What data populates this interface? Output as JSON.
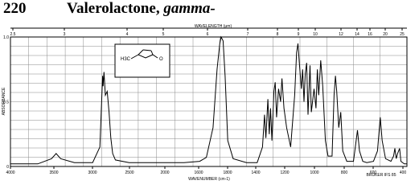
{
  "header": {
    "page_number": "220",
    "compound_name": "Valerolactone,",
    "compound_suffix": "gamma-"
  },
  "structure": {
    "formula_label": "H3C",
    "atom_label": "O"
  },
  "footer": {
    "brand": "BRUKER IFS 85"
  },
  "chart_data": {
    "type": "line",
    "title": "Valerolactone, gamma-",
    "xlabel": "WAVENUMBER (cm-1)",
    "ylabel": "ABSORBANCE",
    "top_axis_label": "WAVELENGTH (μm)",
    "xlim": [
      4000,
      400
    ],
    "ylim": [
      0,
      1.0
    ],
    "x_ticks": [
      "4000",
      "3500",
      "3000",
      "2500",
      "2000",
      "1600",
      "1800",
      "1400",
      "1200",
      "1000",
      "800",
      "600",
      "400"
    ],
    "y_ticks": [
      "0",
      "0.5",
      "1.0"
    ],
    "top_ticks": [
      "2.5",
      "3",
      "4",
      "5",
      "6",
      "7",
      "8",
      "9",
      "10",
      "12",
      "14",
      "16",
      "20",
      "25"
    ],
    "series": [
      {
        "points": [
          [
            4000,
            0.02
          ],
          [
            3700,
            0.02
          ],
          [
            3550,
            0.06
          ],
          [
            3500,
            0.1
          ],
          [
            3450,
            0.06
          ],
          [
            3300,
            0.03
          ],
          [
            3100,
            0.03
          ],
          [
            3020,
            0.15
          ],
          [
            2990,
            0.7
          ],
          [
            2985,
            0.62
          ],
          [
            2975,
            0.73
          ],
          [
            2960,
            0.55
          ],
          [
            2940,
            0.58
          ],
          [
            2920,
            0.42
          ],
          [
            2900,
            0.22
          ],
          [
            2880,
            0.1
          ],
          [
            2850,
            0.05
          ],
          [
            2700,
            0.03
          ],
          [
            2500,
            0.03
          ],
          [
            2300,
            0.03
          ],
          [
            2100,
            0.03
          ],
          [
            1950,
            0.04
          ],
          [
            1900,
            0.07
          ],
          [
            1850,
            0.3
          ],
          [
            1820,
            0.75
          ],
          [
            1800,
            0.95
          ],
          [
            1790,
            1.0
          ],
          [
            1775,
            0.97
          ],
          [
            1760,
            0.7
          ],
          [
            1740,
            0.2
          ],
          [
            1700,
            0.06
          ],
          [
            1600,
            0.03
          ],
          [
            1520,
            0.03
          ],
          [
            1480,
            0.15
          ],
          [
            1465,
            0.4
          ],
          [
            1455,
            0.22
          ],
          [
            1440,
            0.52
          ],
          [
            1430,
            0.25
          ],
          [
            1420,
            0.45
          ],
          [
            1410,
            0.2
          ],
          [
            1395,
            0.58
          ],
          [
            1385,
            0.65
          ],
          [
            1375,
            0.38
          ],
          [
            1360,
            0.6
          ],
          [
            1345,
            0.5
          ],
          [
            1335,
            0.68
          ],
          [
            1320,
            0.45
          ],
          [
            1300,
            0.3
          ],
          [
            1270,
            0.15
          ],
          [
            1240,
            0.55
          ],
          [
            1225,
            0.88
          ],
          [
            1215,
            0.95
          ],
          [
            1205,
            0.8
          ],
          [
            1190,
            0.6
          ],
          [
            1180,
            0.75
          ],
          [
            1170,
            0.5
          ],
          [
            1160,
            0.72
          ],
          [
            1150,
            0.8
          ],
          [
            1140,
            0.4
          ],
          [
            1125,
            0.78
          ],
          [
            1115,
            0.42
          ],
          [
            1095,
            0.6
          ],
          [
            1080,
            0.45
          ],
          [
            1070,
            0.75
          ],
          [
            1060,
            0.55
          ],
          [
            1045,
            0.82
          ],
          [
            1030,
            0.62
          ],
          [
            1010,
            0.2
          ],
          [
            990,
            0.08
          ],
          [
            960,
            0.08
          ],
          [
            945,
            0.55
          ],
          [
            935,
            0.7
          ],
          [
            925,
            0.58
          ],
          [
            910,
            0.3
          ],
          [
            895,
            0.42
          ],
          [
            880,
            0.12
          ],
          [
            850,
            0.04
          ],
          [
            800,
            0.04
          ],
          [
            790,
            0.12
          ],
          [
            770,
            0.28
          ],
          [
            755,
            0.12
          ],
          [
            730,
            0.04
          ],
          [
            700,
            0.03
          ],
          [
            650,
            0.04
          ],
          [
            620,
            0.12
          ],
          [
            600,
            0.38
          ],
          [
            585,
            0.2
          ],
          [
            560,
            0.06
          ],
          [
            520,
            0.04
          ],
          [
            500,
            0.08
          ],
          [
            490,
            0.14
          ],
          [
            480,
            0.06
          ],
          [
            470,
            0.1
          ],
          [
            455,
            0.14
          ],
          [
            445,
            0.04
          ],
          [
            420,
            0.02
          ],
          [
            400,
            0.02
          ]
        ]
      }
    ]
  }
}
